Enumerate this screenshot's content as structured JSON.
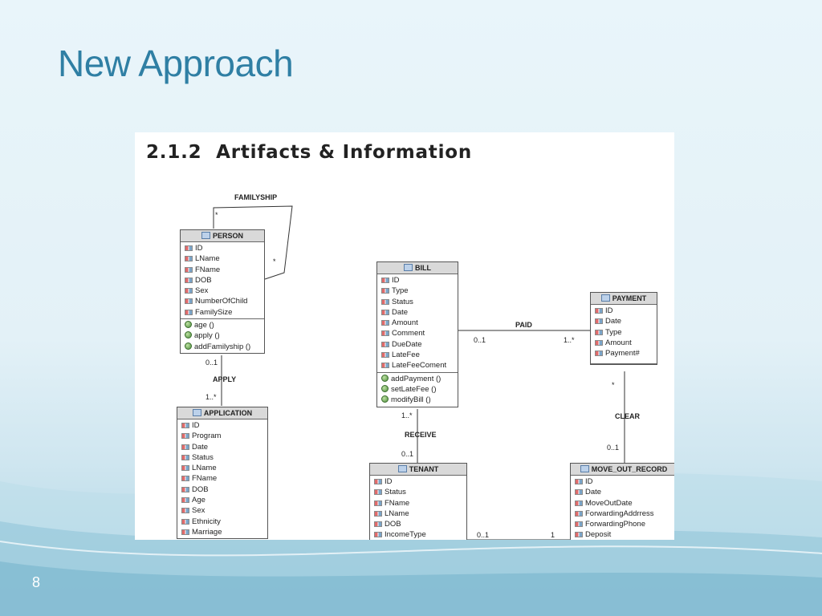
{
  "slide": {
    "title": "New Approach",
    "page_number": "8"
  },
  "figure": {
    "heading": "2.1.2  Artifacts & Information",
    "labels": {
      "familyship": "FAMILYSHIP",
      "familyship_m1": "*",
      "familyship_m2": "*",
      "apply": "APPLY",
      "apply_m1": "0..1",
      "apply_m2": "1..*",
      "paid": "PAID",
      "paid_m1": "0..1",
      "paid_m2": "1..*",
      "receive": "RECEIVE",
      "receive_m1": "1..*",
      "receive_m2": "0..1",
      "clear": "CLEAR",
      "clear_m1": "*",
      "clear_m2": "0..1",
      "tenant_move_m1": "0..1",
      "tenant_move_m2": "1"
    },
    "classes": {
      "person": {
        "name": "PERSON",
        "attributes": [
          "ID",
          "LName",
          "FName",
          "DOB",
          "Sex",
          "NumberOfChild",
          "FamilySize"
        ],
        "methods": [
          "age ()",
          "apply ()",
          "addFamilyship ()"
        ]
      },
      "application": {
        "name": "APPLICATION",
        "attributes": [
          "ID",
          "Program",
          "Date",
          "Status",
          "LName",
          "FName",
          "DOB",
          "Age",
          "Sex",
          "Ethnicity",
          "Marriage"
        ]
      },
      "bill": {
        "name": "BILL",
        "attributes": [
          "ID",
          "Type",
          "Status",
          "Date",
          "Amount",
          "Comment",
          "DueDate",
          "LateFee",
          "LateFeeComent"
        ],
        "methods": [
          "addPayment ()",
          "setLateFee ()",
          "modifyBill ()"
        ]
      },
      "payment": {
        "name": "PAYMENT",
        "attributes": [
          "ID",
          "Date",
          "Type",
          "Amount",
          "Payment#"
        ]
      },
      "tenant": {
        "name": "TENANT",
        "attributes": [
          "ID",
          "Status",
          "FName",
          "LName",
          "DOB",
          "IncomeType"
        ]
      },
      "move_out_record": {
        "name": "MOVE_OUT_RECORD",
        "attributes": [
          "ID",
          "Date",
          "MoveOutDate",
          "ForwardingAddrress",
          "ForwardingPhone",
          "Deposit"
        ]
      }
    }
  }
}
